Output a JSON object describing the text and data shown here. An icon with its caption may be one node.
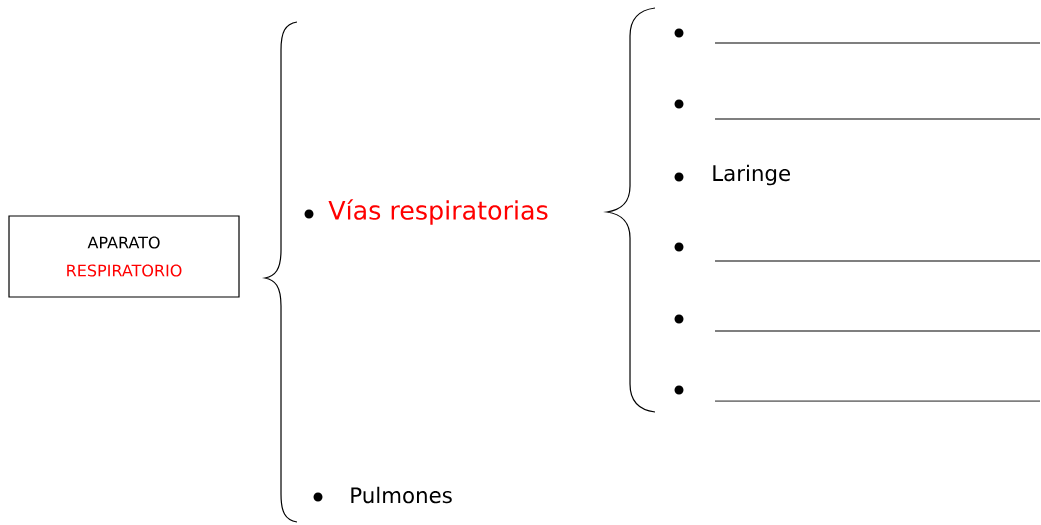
{
  "diagram": {
    "nodes": [
      {
        "text": [
          "APARATO",
          "RESPIRATORIO"
        ]
      }
    ],
    "edges": [],
    "labels": [
      "Vías respiratorias",
      "Laringe",
      "Pulmones"
    ]
  }
}
